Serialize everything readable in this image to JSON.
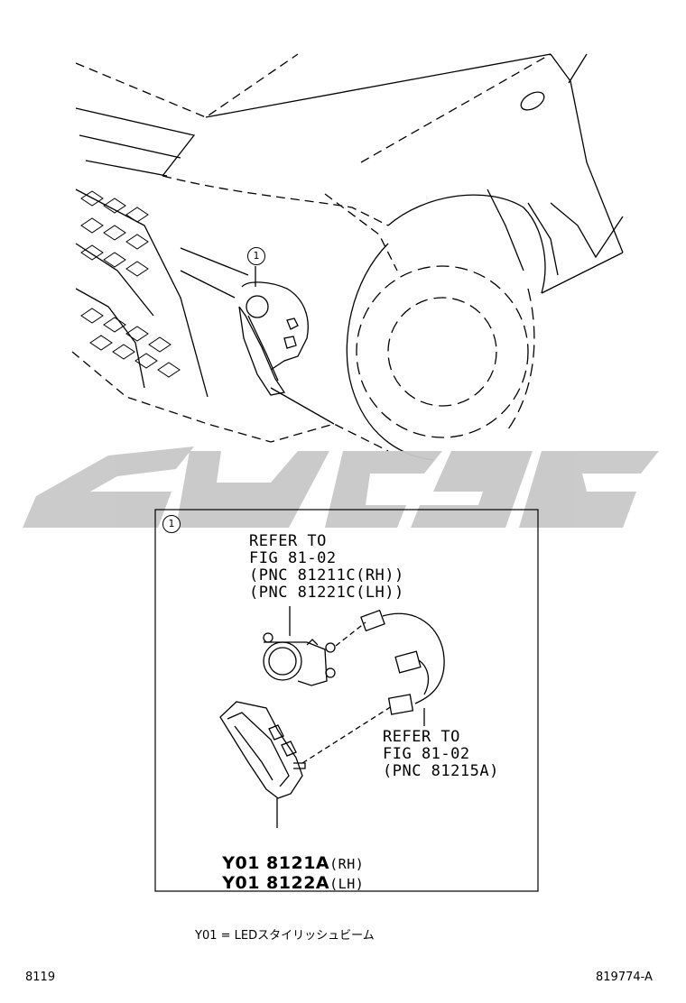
{
  "callout": "1",
  "refer_upper": [
    "REFER TO",
    "FIG 81-02",
    "(PNC 81211C(RH))",
    "(PNC 81221C(LH))"
  ],
  "refer_lower": [
    "REFER TO",
    "FIG 81-02",
    "(PNC 81215A)"
  ],
  "part_numbers": [
    {
      "code": "Y01 8121A",
      "side": "(RH)"
    },
    {
      "code": "Y01 8122A",
      "side": "(LH)"
    }
  ],
  "legend": "Y01 = LEDスタイリッシュビーム",
  "page_code": "8119",
  "drawing_code": "819774-A",
  "colors": {
    "line": "#000000",
    "watermark": "#c8c8c8"
  }
}
